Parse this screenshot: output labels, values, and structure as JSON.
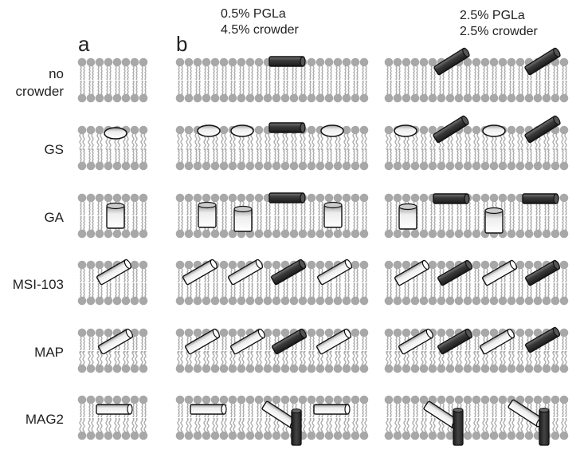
{
  "figure": {
    "panel_labels": [
      "a",
      "b"
    ],
    "conditions": [
      {
        "line1": "0.5% PGLa",
        "line2": "4.5% crowder"
      },
      {
        "line1": "2.5% PGLa",
        "line2": "2.5% crowder"
      }
    ],
    "rows": [
      {
        "label_line1": "no",
        "label_line2": "crowder"
      },
      {
        "label_line1": "GS",
        "label_line2": ""
      },
      {
        "label_line1": "GA",
        "label_line2": ""
      },
      {
        "label_line1": "MSI-103",
        "label_line2": ""
      },
      {
        "label_line1": "MAP",
        "label_line2": ""
      },
      {
        "label_line1": "MAG2",
        "label_line2": ""
      }
    ],
    "colors": {
      "lipid": "#a8a8a8",
      "pgla_dark": "#333333",
      "crowder_light": "#f4f4f4",
      "outline": "#111111"
    },
    "legend_semantics": {
      "dark_rod": "PGLa",
      "light_shape": "crowder peptide"
    }
  }
}
